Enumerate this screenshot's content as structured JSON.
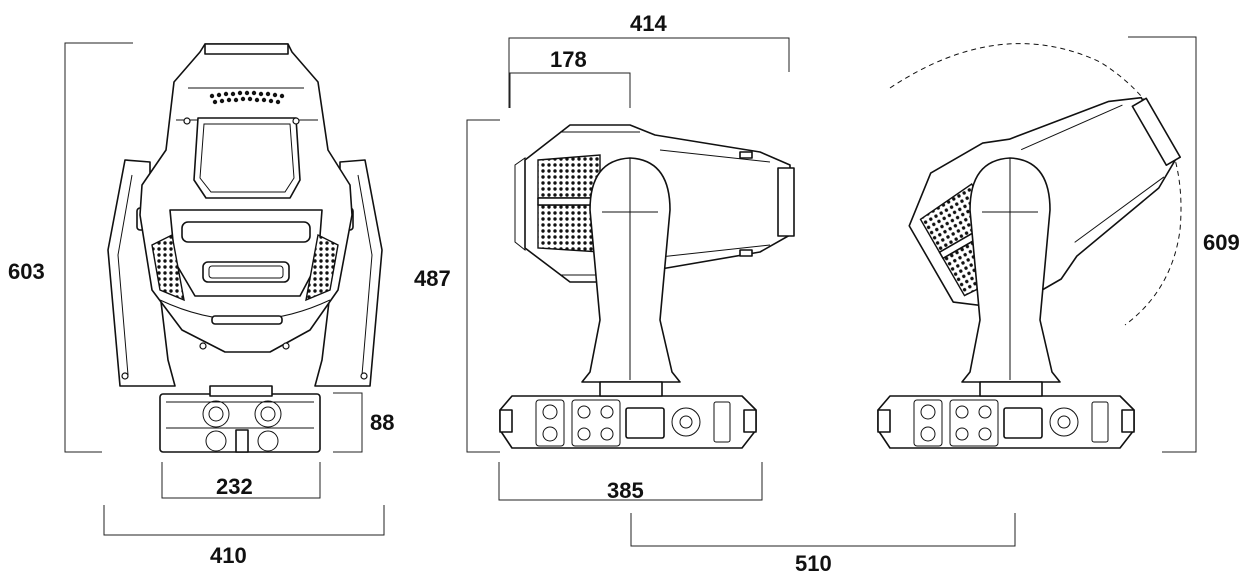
{
  "dimensions": {
    "front_height": "603",
    "front_base_height": "88",
    "front_base_width": "232",
    "front_total_width": "410",
    "side_total_length": "414",
    "side_head_length": "178",
    "side_height": "487",
    "side_base_width": "385",
    "tilted_height": "609",
    "tilted_span": "510"
  },
  "colors": {
    "line": "#111111",
    "background": "#ffffff"
  }
}
